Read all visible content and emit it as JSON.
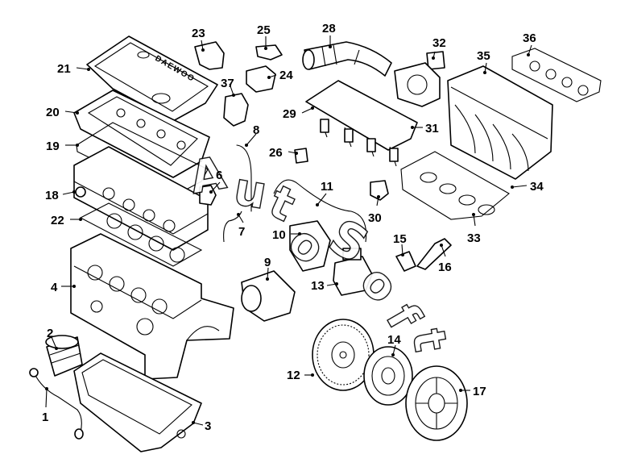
{
  "watermark": [
    "A",
    "u",
    "t",
    "o",
    "S",
    "o",
    "f",
    "t"
  ],
  "cover_brand": "DAEWOO",
  "callouts": [
    {
      "id": "p1",
      "number": "1"
    },
    {
      "id": "p2",
      "number": "2"
    },
    {
      "id": "p3",
      "number": "3"
    },
    {
      "id": "p4",
      "number": "4"
    },
    {
      "id": "p6",
      "number": "6"
    },
    {
      "id": "p7",
      "number": "7"
    },
    {
      "id": "p8",
      "number": "8"
    },
    {
      "id": "p9",
      "number": "9"
    },
    {
      "id": "p10",
      "number": "10"
    },
    {
      "id": "p11",
      "number": "11"
    },
    {
      "id": "p12",
      "number": "12"
    },
    {
      "id": "p13",
      "number": "13"
    },
    {
      "id": "p14",
      "number": "14"
    },
    {
      "id": "p15",
      "number": "15"
    },
    {
      "id": "p16",
      "number": "16"
    },
    {
      "id": "p17",
      "number": "17"
    },
    {
      "id": "p18",
      "number": "18"
    },
    {
      "id": "p19",
      "number": "19"
    },
    {
      "id": "p20",
      "number": "20"
    },
    {
      "id": "p21",
      "number": "21"
    },
    {
      "id": "p22",
      "number": "22"
    },
    {
      "id": "p23",
      "number": "23"
    },
    {
      "id": "p24",
      "number": "24"
    },
    {
      "id": "p25",
      "number": "25"
    },
    {
      "id": "p26",
      "number": "26"
    },
    {
      "id": "p28",
      "number": "28"
    },
    {
      "id": "p29",
      "number": "29"
    },
    {
      "id": "p30",
      "number": "30"
    },
    {
      "id": "p31",
      "number": "31"
    },
    {
      "id": "p32",
      "number": "32"
    },
    {
      "id": "p33",
      "number": "33"
    },
    {
      "id": "p34",
      "number": "34"
    },
    {
      "id": "p35",
      "number": "35"
    },
    {
      "id": "p36",
      "number": "36"
    },
    {
      "id": "p37",
      "number": "37"
    }
  ]
}
